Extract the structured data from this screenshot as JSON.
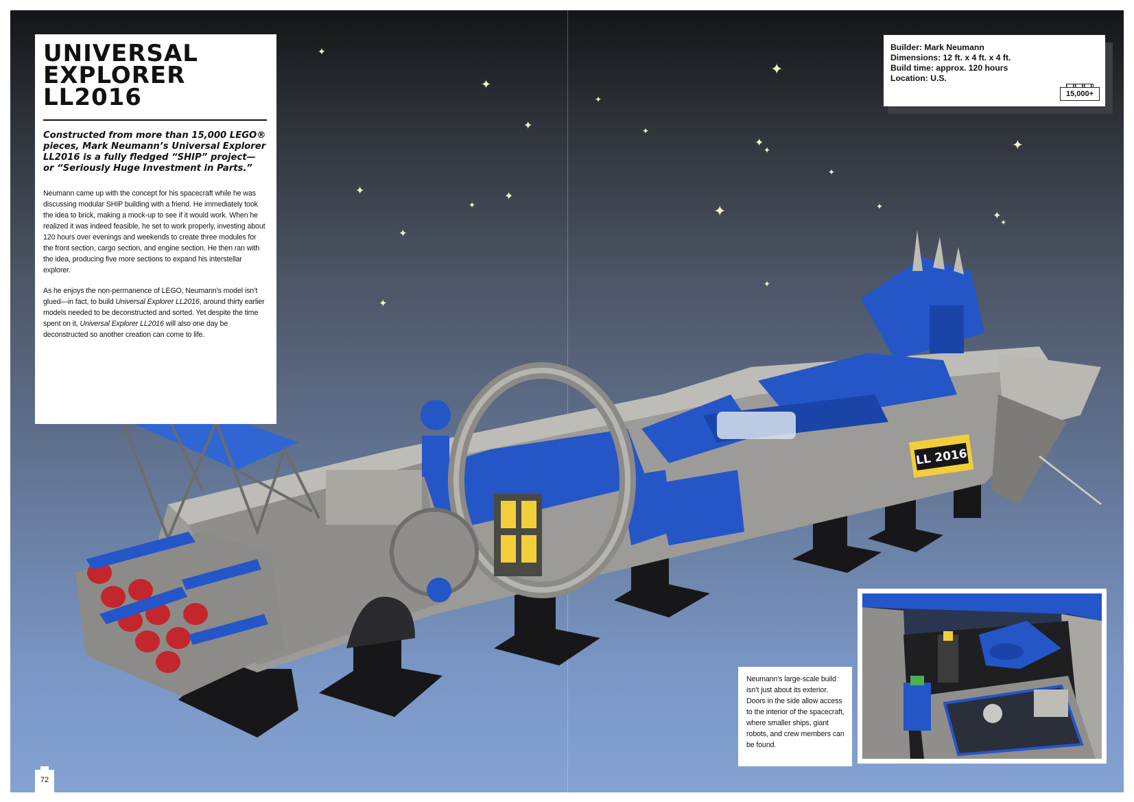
{
  "intro": {
    "title": "UNIVERSAL\nEXPLORER\nLL2016",
    "lede": "Constructed from more than 15,000 LEGO® pieces, Mark Neumann’s Universal Explorer LL2016 is a fully fledged “SHIP” project— or “Seriously Huge Investment in Parts.”",
    "paragraph_1": "Neumann came up with the concept for his spacecraft while he was discussing modular SHIP building with a friend. He immediately took the idea to brick, making a mock-up to see if it would work. When he realized it was indeed feasible, he set to work properly, investing about 120 hours over evenings and weekends to create three modules for the front section, cargo section, and engine section. He then ran with the idea, producing five more sections to expand his interstellar explorer.",
    "paragraph_2_a": "As he enjoys the non-permanence of LEGO, Neumann’s model isn’t glued—in fact, to build ",
    "paragraph_2_em1": "Universal Explorer LL2016",
    "paragraph_2_b": ", around thirty earlier models needed to be deconstructed and sorted. Yet despite the time spent on it, ",
    "paragraph_2_em2": "Universal Explorer LL2016",
    "paragraph_2_c": " will also one day be deconstructed so another creation can come to life."
  },
  "specs": {
    "builder": "Builder: Mark Neumann",
    "dimensions": "Dimensions: 12 ft. x 4 ft. x 4 ft.",
    "build_time": "Build time: approx. 120 hours",
    "location": "Location: U.S.",
    "pieces": "15,000+"
  },
  "ship_hull_label": "LL 2016",
  "caption": "Neumann’s large-scale build isn’t just about its exterior. Doors in the side allow access to the interior of the spacecraft, where smaller ships, giant robots, and crew members can be found.",
  "page_number": "72",
  "colors": {
    "lego_blue": "#2456c8",
    "hull_grey": "#a8a7a2",
    "stand_black": "#17171a",
    "engine_red": "#c3262c",
    "label_yellow": "#f2cf3a"
  }
}
